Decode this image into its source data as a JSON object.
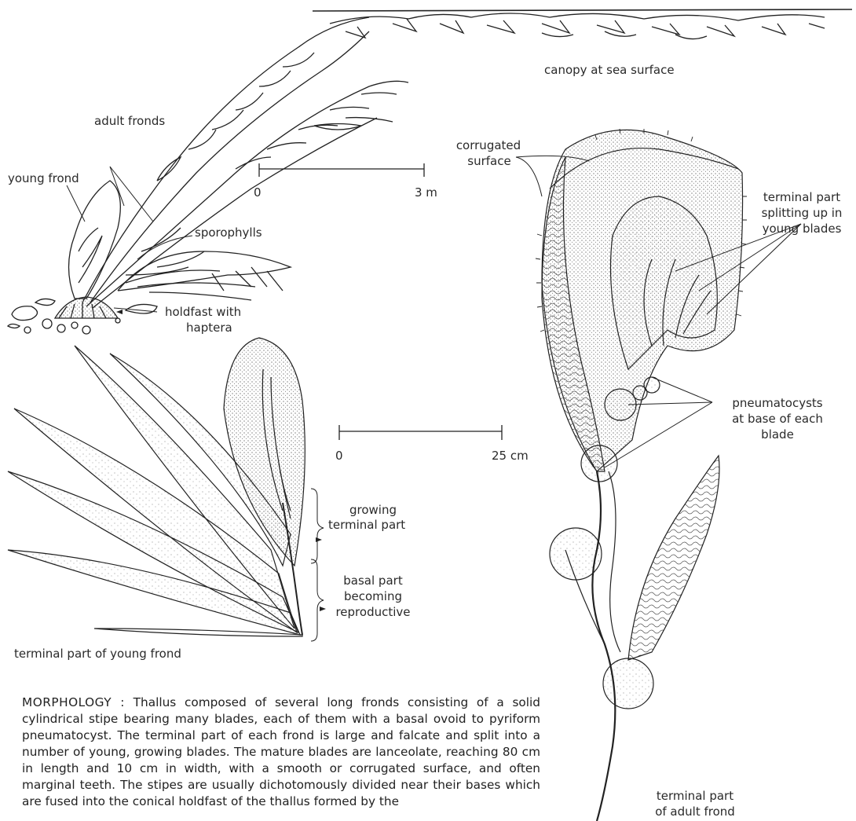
{
  "labels": {
    "canopy": "canopy at sea surface",
    "adult_fronds": "adult fronds",
    "young_frond": "young frond",
    "sporophylls": "sporophylls",
    "holdfast_l1": "holdfast with",
    "holdfast_l2": "haptera",
    "scale1_zero": "0",
    "scale1_end": "3 m",
    "scale2_zero": "0",
    "scale2_end": "25 cm",
    "corrugated_l1": "corrugated",
    "corrugated_l2": "surface",
    "terminal_split_l1": "terminal part",
    "terminal_split_l2": "splitting up in",
    "terminal_split_l3": "young blades",
    "pneumato_l1": "pneumatocysts",
    "pneumato_l2": "at base of each",
    "pneumato_l3": "blade",
    "growing_l1": "growing",
    "growing_l2": "terminal part",
    "basal_l1": "basal part",
    "basal_l2": "becoming",
    "basal_l3": "reproductive",
    "young_caption": "terminal part of young frond",
    "adult_caption_l1": "terminal part",
    "adult_caption_l2": "of adult frond"
  },
  "morphology": {
    "heading": "MORPHOLOGY :",
    "text": "Thallus composed of several long fronds consisting of a solid cylindrical stipe bearing many blades, each of them with a basal ovoid to pyriform pneumatocyst. The terminal part of each frond is large and falcate and split into a number of young, growing blades.  The mature blades are lanceolate, reaching 80 cm in length and 10 cm in width, with a smooth or corrugated surface, and often marginal teeth.  The stipes are usually dichotomously divided near their bases which are fused into the conical holdfast of the thallus formed by the"
  }
}
